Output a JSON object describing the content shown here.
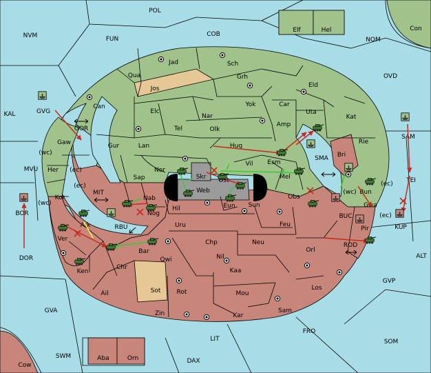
{
  "colors": {
    "sea": "#a8dde8",
    "green_power": "#9fc38a",
    "red_power": "#c8857a",
    "neutral_land": "#e6c896",
    "center_gray": "#9b9b9b",
    "move_arrow": "#c8281e",
    "support_line": "#3cc83c",
    "convoy_line": "#ffff40"
  },
  "regions": {
    "POL": "POL",
    "COB": "COB",
    "FUN": "FUN",
    "NVM": "NVM",
    "NOM": "NOM",
    "Con": "Con",
    "Elf": "Elf",
    "Hel": "Hel",
    "OVD": "OVD",
    "KAL": "KAL",
    "MVU": "MVU",
    "BOR": "BOR",
    "DOR": "DOR",
    "GVA": "GVA",
    "SWM": "SWM",
    "Cow": "Cow",
    "Aba": "Aba",
    "Orn": "Orn",
    "DAX": "DAX",
    "LIT": "LIT",
    "FRO": "FRO",
    "SOM": "SOM",
    "GVP": "GVP",
    "ALT": "ALT",
    "KUP": "KUP",
    "TEI": "TEI",
    "SAM": "SAM",
    "ROD": "ROD",
    "BUC": "BUC",
    "SMA": "SMA",
    "GOR": "GOR",
    "GVG": "GVG",
    "MIT": "MIT",
    "RBU": "RBU",
    "Jad": "Jad",
    "Sch": "Sch",
    "Qua": "Qua",
    "Jos": "Jos",
    "Grh": "Grh",
    "Eld": "Eld",
    "Can": "Can",
    "Yok": "Yok",
    "Car": "Car",
    "Elc": "Elc",
    "Nar": "Nar",
    "Uta": "Uta",
    "Tel": "Tel",
    "Olk": "Olk",
    "Amp": "Amp",
    "Kat": "Kat",
    "Gur": "Gur",
    "Lan": "Lan",
    "Hug": "Hug",
    "Rie": "Rie",
    "Esm": "Esm",
    "Bri": "Bri",
    "Gaw": "Gaw",
    "Her": "Her",
    "Nor": "Nor",
    "Skr": "Skr",
    "Vil": "Vil",
    "Sap": "Sap",
    "Web": "Web",
    "Ost": "Ost",
    "Mel": "Mel",
    "Bun": "Bun",
    "Kor": "Kor",
    "Eun": "Eun",
    "Sun": "Sun",
    "Obs": "Obs",
    "Gwa": "Gwa",
    "Nab": "Nab",
    "Hil": "Hil",
    "Nog": "Nog",
    "Ark": "Ark",
    "Uru": "Uru",
    "Feu": "Feu",
    "Pir": "Pir",
    "Ver": "Ver",
    "Chp": "Chp",
    "Neu": "Neu",
    "Bar": "Bar",
    "Qwi": "Qwi",
    "Nil": "Nil",
    "Orl": "Orl",
    "Ken": "Ken",
    "Chr": "Chr",
    "Kaa": "Kaa",
    "Ail": "Ail",
    "Sot": "Sot",
    "Rot": "Rot",
    "Mou": "Mou",
    "Los": "Los",
    "Zin": "Zin",
    "Kar": "Kar",
    "Sam": "Sam"
  },
  "coast_tags": {
    "wc": "(wc)",
    "ec": "(ec)"
  }
}
